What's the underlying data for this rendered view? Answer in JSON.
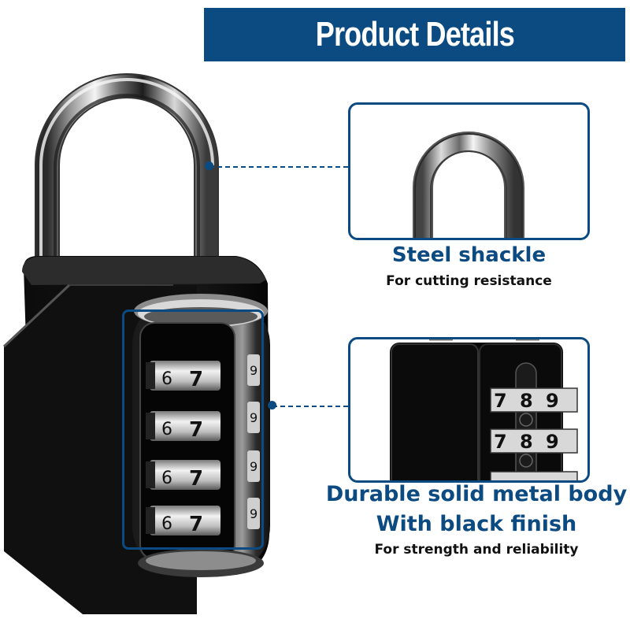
{
  "header": {
    "title": "Product Details",
    "background_color": "#0c4a82",
    "text_color": "#ffffff"
  },
  "main_image": {
    "subject": "black 4-digit combination padlock with steel shackle",
    "dial_rows": [
      {
        "visible_digits": [
          "6",
          "7"
        ],
        "side_digit": "9"
      },
      {
        "visible_digits": [
          "6",
          "7"
        ],
        "side_digit": "9"
      },
      {
        "visible_digits": [
          "6",
          "7"
        ],
        "side_digit": "9"
      },
      {
        "visible_digits": [
          "6",
          "7"
        ],
        "side_digit": "9"
      }
    ]
  },
  "features": [
    {
      "id": "shackle",
      "image": "close-up of steel U-shaped shackle",
      "title_lines": [
        "Steel shackle"
      ],
      "subtitle": "For cutting resistance"
    },
    {
      "id": "body",
      "image": "close-up of black lock body with combination dials",
      "dial_rows": [
        {
          "visible_digits": [
            "7",
            "8",
            "9"
          ]
        },
        {
          "visible_digits": [
            "7",
            "8",
            "9"
          ]
        }
      ],
      "title_lines": [
        "Durable solid metal body",
        "With black finish"
      ],
      "subtitle": "For strength and reliability"
    }
  ],
  "accent_color": "#0c4a82"
}
